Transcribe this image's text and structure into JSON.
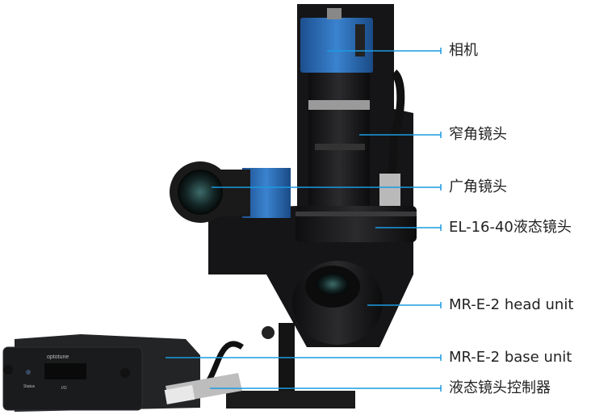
{
  "labels": [
    {
      "id": "camera",
      "text": "相机"
    },
    {
      "id": "narrow-lens",
      "text": "窄角镜头"
    },
    {
      "id": "wide-lens",
      "text": "广角镜头"
    },
    {
      "id": "liquid-lens",
      "text": "EL-16-40液态镜头"
    },
    {
      "id": "head-unit",
      "text": "MR-E-2 head unit"
    },
    {
      "id": "base-unit",
      "text": "MR-E-2 base unit"
    },
    {
      "id": "controller",
      "text": "液态镜头控制器"
    }
  ],
  "device_text": {
    "brand": "optotune",
    "status": "Status",
    "io": "I/O"
  },
  "colors": {
    "leader_line": "#1a9be0",
    "camera_body": "#2a6fb8",
    "device_body": "#1c1c1e"
  }
}
